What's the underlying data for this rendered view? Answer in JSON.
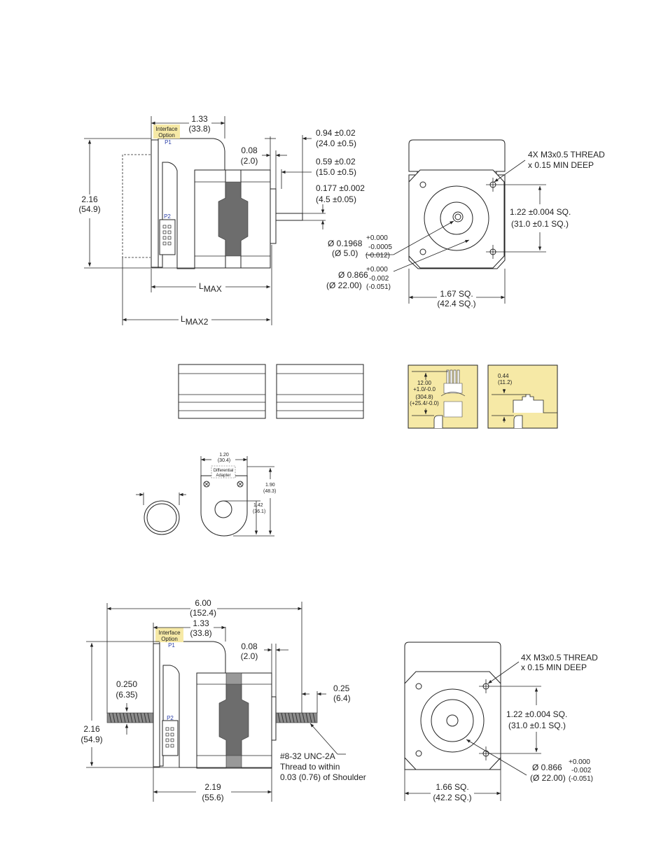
{
  "top_motor": {
    "side": {
      "interface_option": [
        "Interface",
        "Option"
      ],
      "p1": "P1",
      "p2": "P2",
      "dim_1_33": [
        "1.33",
        "(33.8)"
      ],
      "dim_2_16": [
        "2.16",
        "(54.9)"
      ],
      "dim_0_08": [
        "0.08",
        "(2.0)"
      ],
      "dim_0_94": [
        "0.94 ±0.02",
        "(24.0 ±0.5)"
      ],
      "dim_0_59": [
        "0.59 ±0.02",
        "(15.0 ±0.5)"
      ],
      "dim_0_177": [
        "0.177 ±0.002",
        "(4.5 ±0.05)"
      ],
      "shaft_dia": [
        "Ø 0.1968",
        "(Ø 5.0)"
      ],
      "shaft_tol": [
        "+0.000",
        "-0.0005",
        "(-0.012)"
      ],
      "pilot_dia": [
        "Ø 0.866",
        "(Ø 22.00)"
      ],
      "pilot_tol": [
        "+0.000",
        "-0.002",
        "(-0.051)"
      ],
      "lmax": {
        "main": "L",
        "sub": "MAX"
      },
      "lmax2": {
        "main": "L",
        "sub": "MAX2"
      }
    },
    "front": {
      "thread": [
        "4X M3x0.5 THREAD",
        "x 0.15 MIN DEEP"
      ],
      "bolt_sq": [
        "1.22 ±0.004 SQ.",
        "(31.0 ±0.1 SQ.)"
      ],
      "body_sq": [
        "1.67 SQ.",
        "(42.4 SQ.)"
      ]
    }
  },
  "panels": {
    "cable": [
      "12.00",
      "+1.0/-0.0",
      "(304.8)",
      "(+25.4/-0.0)"
    ],
    "connector": [
      "0.44",
      "(11.2)"
    ]
  },
  "adapter": {
    "width": [
      "1.20",
      "(30.4)"
    ],
    "label": [
      "Differential",
      "Adapter"
    ],
    "height_total": [
      "1.90",
      "(48.3)"
    ],
    "height_center": [
      "1.42",
      "(36.1)"
    ]
  },
  "bottom_motor": {
    "side": {
      "overall": [
        "6.00",
        "(152.4)"
      ],
      "interface_option": [
        "Interface",
        "Option"
      ],
      "p1": "P1",
      "p2": "P2",
      "dim_1_33": [
        "1.33",
        "(33.8)"
      ],
      "dim_0_08": [
        "0.08",
        "(2.0)"
      ],
      "dim_0_250": [
        "0.250",
        "(6.35)"
      ],
      "dim_0_25": [
        "0.25",
        "(6.4)"
      ],
      "dim_2_16": [
        "2.16",
        "(54.9)"
      ],
      "dim_2_19": [
        "2.19",
        "(55.6)"
      ],
      "thread_note": [
        "#8-32 UNC-2A",
        "Thread to within",
        "0.03 (0.76) of Shoulder"
      ]
    },
    "front": {
      "thread": [
        "4X M3x0.5 THREAD",
        "x 0.15 MIN DEEP"
      ],
      "bolt_sq": [
        "1.22 ±0.004 SQ.",
        "(31.0 ±0.1 SQ.)"
      ],
      "pilot_dia": [
        "Ø 0.866",
        "(Ø 22.00)"
      ],
      "pilot_tol": [
        "+0.000",
        "-0.002",
        "(-0.051)"
      ],
      "body_sq": [
        "1.66 SQ.",
        "(42.2 SQ.)"
      ]
    }
  }
}
